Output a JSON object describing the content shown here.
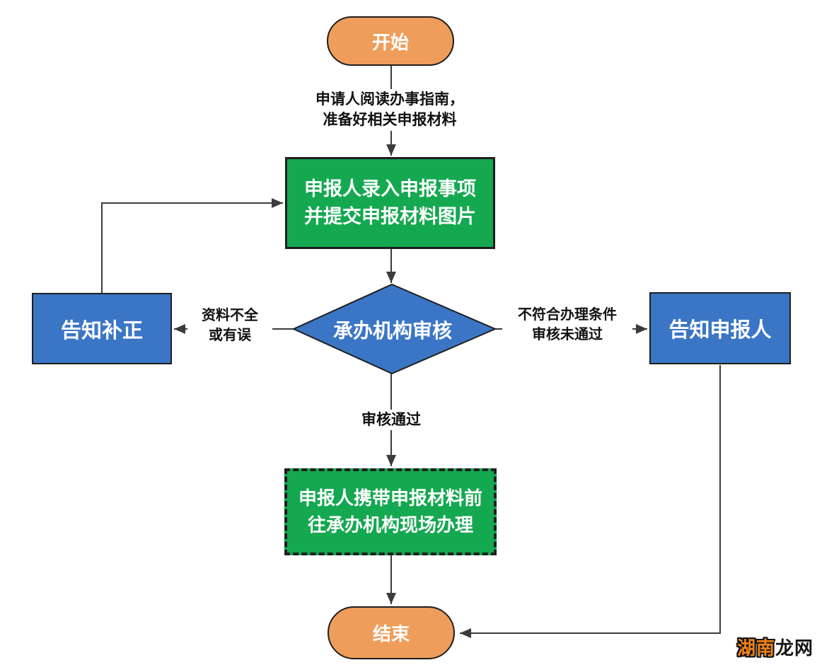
{
  "colors": {
    "orange": "#EF9D5A",
    "green": "#14A850",
    "blue": "#3B76C6",
    "line": "#3C3C3C",
    "border": "#1F1F1F",
    "node-text": "#FFFFFF",
    "label-text": "#111111",
    "wm-orange": "#F08119",
    "wm-black": "#161616"
  },
  "nodes": {
    "start": "开始",
    "input": "申报人录入申报事项\n并提交申报材料图片",
    "review": "承办机构审核",
    "notify_correction": "告知补正",
    "notify_applicant": "告知申报人",
    "onsite": "申报人携带申报材料前\n往承办机构现场办理",
    "end": "结束"
  },
  "edge_labels": {
    "prepare": "申请人阅读办事指南，\n准备好相关申报材料",
    "incomplete": "资料不全\n或有误",
    "rejected": "不符合办理条件\n审核未通过",
    "approved": "审核通过"
  },
  "watermark": {
    "part1": "湖南",
    "part2": "龙网"
  }
}
